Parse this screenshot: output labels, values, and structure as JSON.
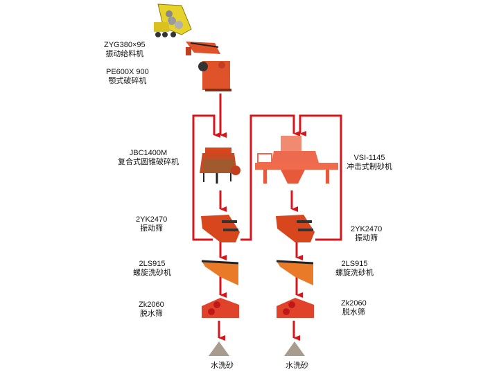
{
  "colors": {
    "flow_line": "#d9141b",
    "machine": "#e0522a",
    "truck": "#e6d22a",
    "sand": "#a89c8e"
  },
  "equipment": {
    "feeder": {
      "model": "ZYG380×95",
      "name": "振动给料机"
    },
    "jaw_crusher": {
      "model": "PE600X 900",
      "name": "颚式破碎机"
    },
    "cone_crusher": {
      "model": "JBC1400M",
      "name": "复合式圆锥破碎机"
    },
    "sand_maker": {
      "model": "VSI-1145",
      "name": "冲击式制砂机"
    },
    "screen_left": {
      "model": "2YK2470",
      "name": "振动筛"
    },
    "screen_right": {
      "model": "2YK2470",
      "name": "振动筛"
    },
    "washer_left": {
      "model": "2LS915",
      "name": "螺旋洗砂机"
    },
    "washer_right": {
      "model": "2LS915",
      "name": "螺旋洗砂机"
    },
    "dewater_left": {
      "model": "Zk2060",
      "name": "脱水筛"
    },
    "dewater_right": {
      "model": "Zk2060",
      "name": "脱水筛"
    }
  },
  "products": {
    "left": "水洗砂",
    "right": "水洗砂"
  }
}
